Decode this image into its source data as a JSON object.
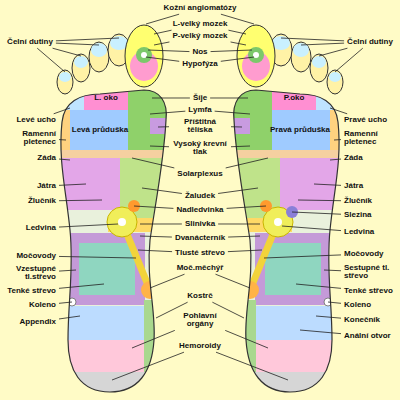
{
  "diagram": {
    "labels": [
      "Kožní angiomatózy",
      "Čelní dutiny",
      "Čelní dutiny",
      "L-velký mozek",
      "P-velký mozek",
      "Nos",
      "Hypofýza",
      "Šíje",
      "Lymfa",
      "L. oko",
      "P.oko",
      "Levé ucho",
      "Ramenní pletenec",
      "Levá průduška",
      "Pravá průduška",
      "Pravé ucho",
      "Ramenní pletenec",
      "Příštitná tělíska",
      "Vysoký krevní tlak",
      "Záda",
      "Záda",
      "Solarplexus",
      "Játra",
      "Játra",
      "Žlučník",
      "Žlučník",
      "Žaludek",
      "Nadledvinka",
      "Slezina",
      "Ledvina",
      "Ledvina",
      "Slinivka",
      "Dvanácterník",
      "Močovody",
      "Močovody",
      "Vzestupné tl.střevo",
      "Sestupné tl. střevo",
      "Tlusté střevo",
      "Moč.měchýř",
      "Tenké střevo",
      "Tenké střevo",
      "Koleno",
      "Koleno",
      "Kostrč",
      "Konečník",
      "Appendix",
      "Anální otvor",
      "Pohlavní orgány",
      "Hemoroidy"
    ]
  }
}
